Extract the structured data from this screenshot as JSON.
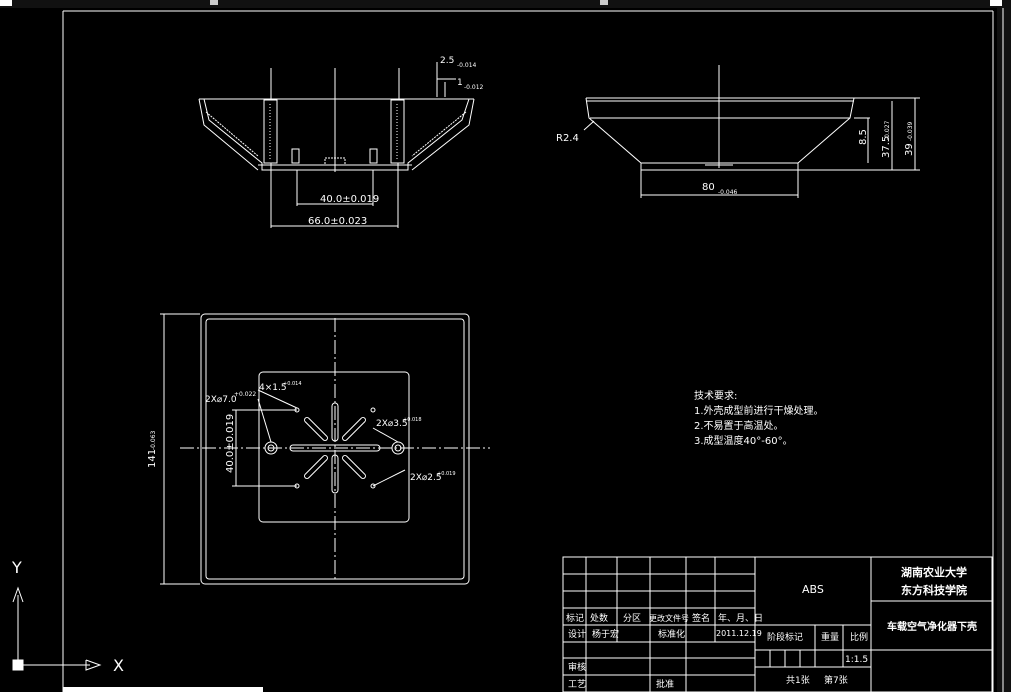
{
  "dims": {
    "d_25": "2.5",
    "d_25_tol": "-0.014",
    "d_1": "1",
    "d_1_tol": "-0.012",
    "d_40": "40.0±0.019",
    "d_66": "66.0±0.023",
    "r_24": "R2.4",
    "d_80": "80",
    "d_80_tol": "-0.046",
    "d_85": "8.5",
    "d_375": "37.5",
    "d_375_tol": "-0.027",
    "d_39": "39",
    "d_39_tol": "-0.039",
    "d_141": "141",
    "d_141_tol": "-0.063",
    "d_40v": "40.0±0.019",
    "hole_7": "2X⌀7.0",
    "hole_7_tol": "+0.022",
    "hole_15": "4×1.5",
    "hole_15_tol": "+0.014",
    "hole_35": "2X⌀3.5",
    "hole_35_tol": "+0.018",
    "hole_25": "2X⌀2.5",
    "hole_25_tol": "+0.019"
  },
  "tech_notes": {
    "title": "技术要求:",
    "items": [
      "1.外壳成型前进行干燥处理。",
      "2.不易置于高温处。",
      "3.成型温度40°-60°。"
    ]
  },
  "title_block": {
    "material": "ABS",
    "school_line1": "湖南农业大学",
    "school_line2": "东方科技学院",
    "part_name": "车载空气净化器下壳",
    "h_mark": "标记",
    "h_count": "处数",
    "h_zone": "分区",
    "h_change": "更改文件号",
    "h_sign": "签名",
    "h_date": "年、月、日",
    "designer_label": "设计",
    "designer_name": "杨于宏",
    "std_label": "标准化",
    "design_date": "2011.12.19",
    "stage_label": "阶段标记",
    "weight_label": "重量",
    "scale_label": "比例",
    "scale_value": "1:1.5",
    "review_label": "审核",
    "process_label": "工艺",
    "approve_label": "批准",
    "sheets_total": "共1张",
    "sheet_no": "第7张"
  },
  "ucs": {
    "y": "Y",
    "x": "X"
  },
  "colors": {
    "line": "#ffffff",
    "bg": "#000000"
  }
}
